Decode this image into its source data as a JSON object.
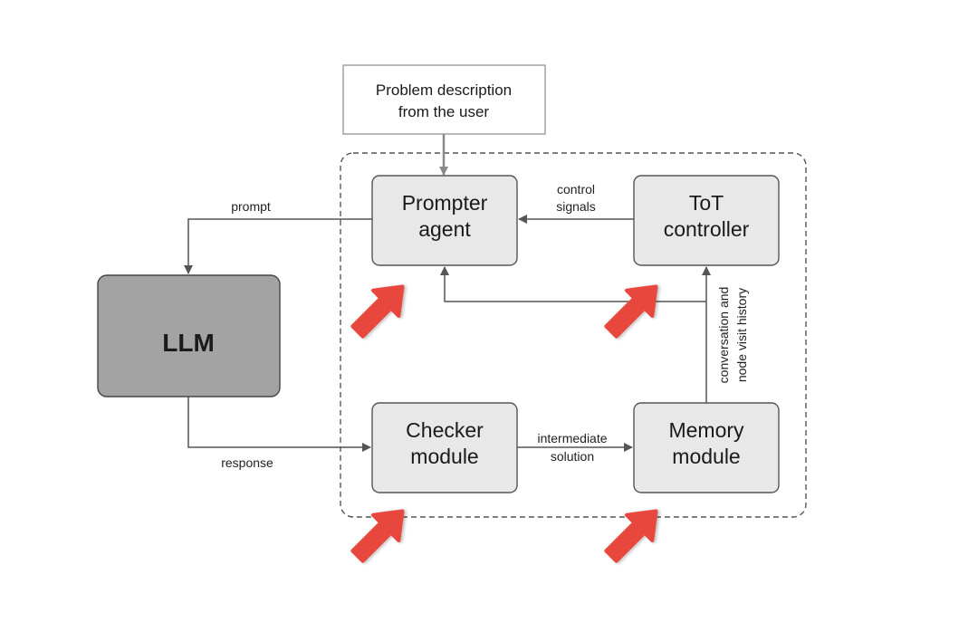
{
  "nodes": {
    "problem": {
      "line1": "Problem description",
      "line2": "from the user"
    },
    "prompter": {
      "line1": "Prompter",
      "line2": "agent"
    },
    "tot": {
      "line1": "ToT",
      "line2": "controller"
    },
    "llm": {
      "label": "LLM"
    },
    "checker": {
      "line1": "Checker",
      "line2": "module"
    },
    "memory": {
      "line1": "Memory",
      "line2": "module"
    }
  },
  "edges": {
    "prompt": "prompt",
    "response": "response",
    "control_line1": "control",
    "control_line2": "signals",
    "intermediate_line1": "intermediate",
    "intermediate_line2": "solution",
    "history_line1": "conversation and",
    "history_line2": "node visit history"
  },
  "highlight_arrows": {
    "color": "#e8463c",
    "count": 4,
    "icon": "highlight-arrow-icon"
  },
  "colors": {
    "module_fill": "#e8e8e8",
    "llm_fill": "#a3a3a3",
    "line": "#555555"
  }
}
